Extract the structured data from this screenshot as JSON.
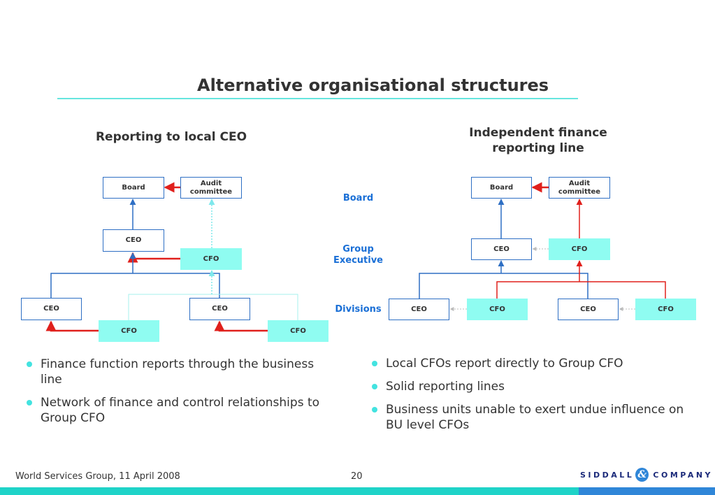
{
  "title": "Alternative organisational structures",
  "left": {
    "heading": "Reporting to local CEO",
    "nodes": {
      "board": "Board",
      "audit": "Audit committee",
      "ceo": "CEO",
      "cfo": "CFO",
      "div1_ceo": "CEO",
      "div1_cfo": "CFO",
      "div2_ceo": "CEO",
      "div2_cfo": "CFO"
    },
    "bullets": [
      "Finance function reports through the business line",
      "Network of finance and control relationships to Group CFO"
    ]
  },
  "levels": {
    "board": "Board",
    "group_exec": "Group Executive",
    "divisions": "Divisions"
  },
  "right": {
    "heading": "Independent finance reporting line",
    "nodes": {
      "board": "Board",
      "audit": "Audit committee",
      "ceo": "CEO",
      "cfo": "CFO",
      "div1_ceo": "CEO",
      "div1_cfo": "CFO",
      "div2_ceo": "CEO",
      "div2_cfo": "CFO"
    },
    "bullets": [
      "Local CFOs report directly to Group CFO",
      "Solid reporting lines",
      "Business units unable to exert undue influence on BU level CFOs"
    ]
  },
  "footer": {
    "left_text": "World Services Group, 11 April 2008",
    "page_number": "20",
    "logo_left": "SIDDALL",
    "logo_amp": "&",
    "logo_right": "COMPANY"
  },
  "colors": {
    "accent_cyan": "#1fd3c8",
    "box_fill": "#8ffcf1",
    "line_blue": "#2e6fc4",
    "line_red": "#e0201c",
    "level_label_blue": "#1a6fd6"
  }
}
